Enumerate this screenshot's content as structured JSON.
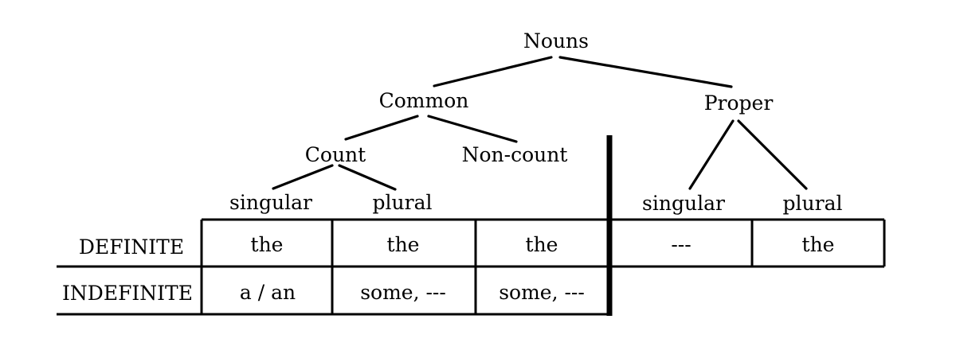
{
  "tree": {
    "root": "Nouns",
    "common": "Common",
    "proper": "Proper",
    "count": "Count",
    "noncount": "Non-count",
    "count_singular": "singular",
    "count_plural": "plural",
    "proper_singular": "singular",
    "proper_plural": "plural"
  },
  "table": {
    "row_labels": [
      "DEFINITE",
      "INDEFINITE"
    ],
    "definite_cells": [
      "the",
      "the",
      "the",
      "---",
      "the"
    ],
    "indefinite_cells": [
      "a / an",
      "some, ---",
      "some, ---"
    ]
  },
  "colors": {
    "ink": "#000000",
    "background": "#ffffff"
  }
}
